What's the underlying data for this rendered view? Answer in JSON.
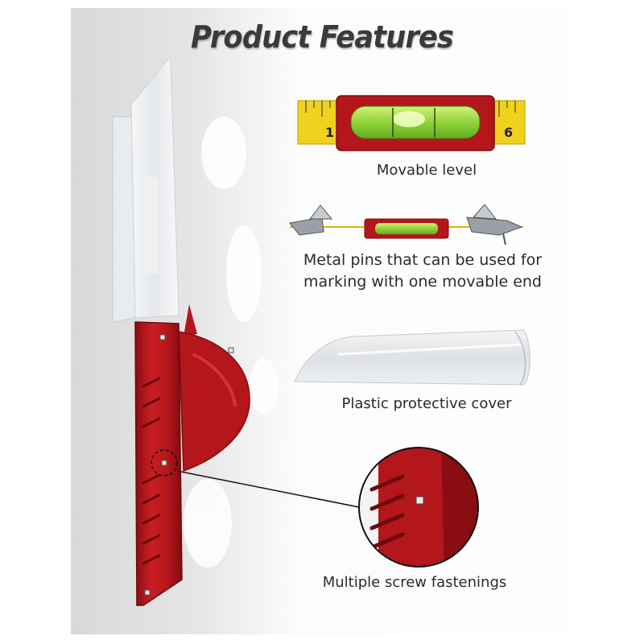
{
  "title": "Product Features",
  "features": [
    {
      "label": "Movable level"
    },
    {
      "label_line1": "Metal pins that can be used for",
      "label_line2": "marking with one movable end"
    },
    {
      "label": "Plastic protective cover"
    },
    {
      "label": "Multiple screw fastenings"
    }
  ],
  "tape_numbers": {
    "left": "1",
    "right": "6"
  },
  "colors": {
    "body_red": "#b3161b",
    "body_red_dark": "#7e0c10",
    "level_green": "#8fd33a",
    "tape_yellow": "#f0d21e",
    "plastic": "#eef0f2",
    "title": "#3a3a3a"
  }
}
